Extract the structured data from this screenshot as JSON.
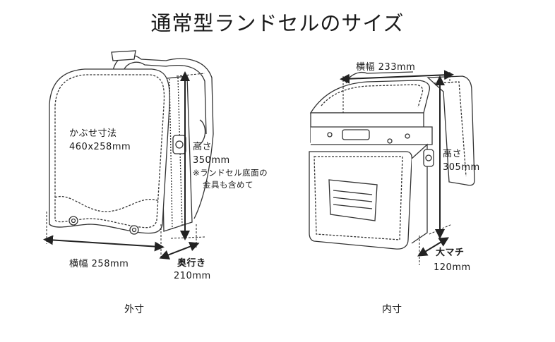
{
  "title": "通常型ランドセルのサイズ",
  "outer": {
    "caption": "外寸",
    "flap_label": "かぶせ寸法",
    "flap_value": "460x258mm",
    "height_label": "高さ",
    "height_value": "350mm",
    "height_note_1": "※ランドセル底面の",
    "height_note_2": "金具も含めて",
    "width_label": "横幅",
    "width_value": "258mm",
    "depth_label": "奥行き",
    "depth_value": "210mm"
  },
  "inner": {
    "caption": "内寸",
    "width_label": "横幅",
    "width_value": "233mm",
    "height_label": "高さ",
    "height_value": "305mm",
    "depth_label": "大マチ",
    "depth_value": "120mm"
  }
}
